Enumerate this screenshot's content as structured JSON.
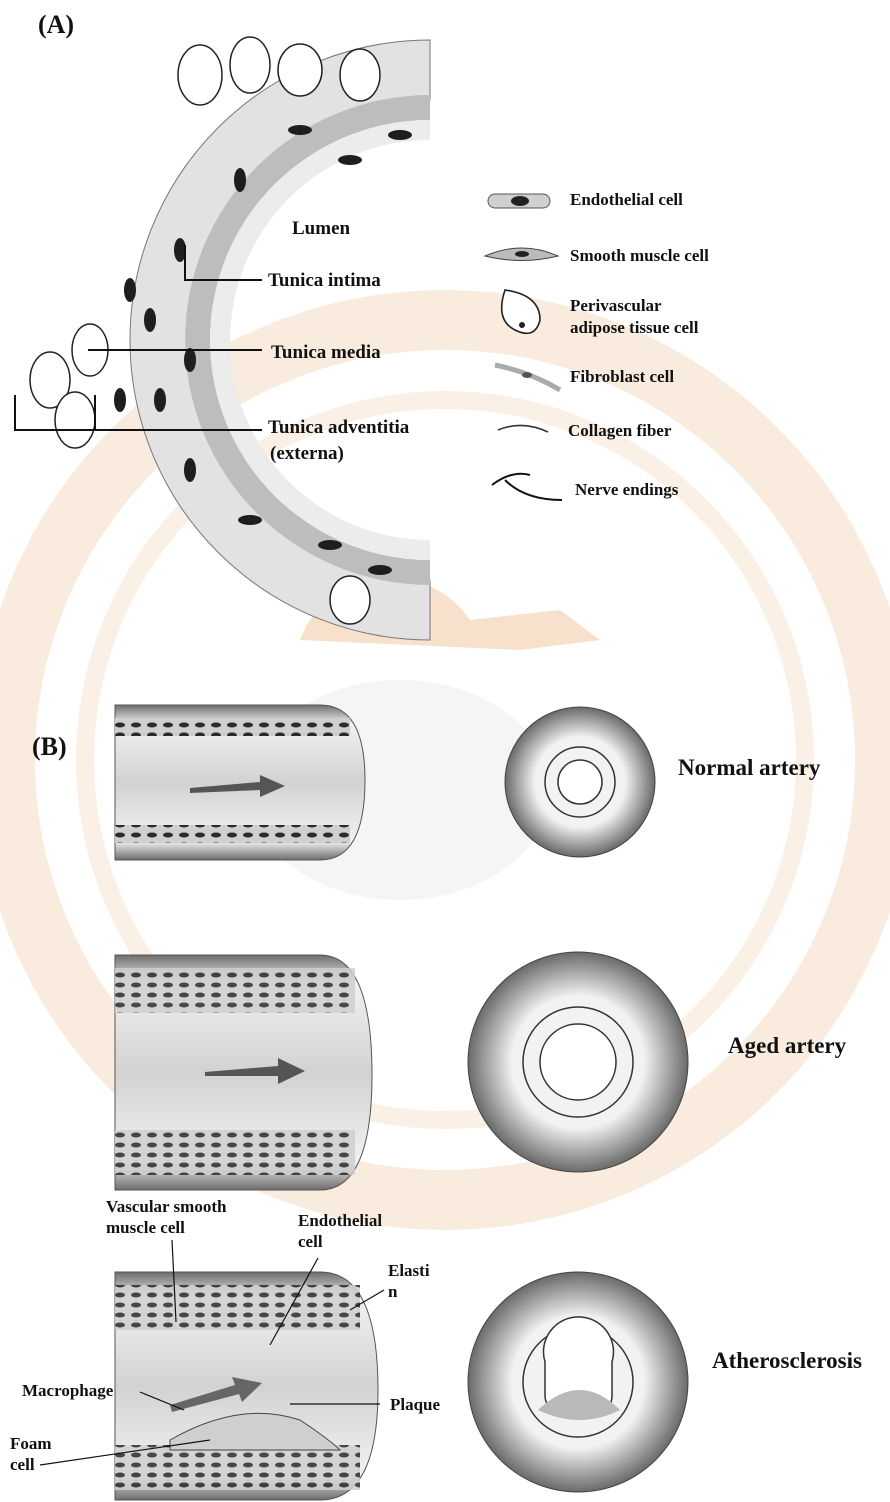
{
  "panel_a": {
    "label": "(A)",
    "lumen": "Lumen",
    "layers": [
      "Tunica intima",
      "Tunica media",
      "Tunica adventitia",
      "(externa)"
    ]
  },
  "legend": {
    "items": [
      {
        "label": "Endothelial cell",
        "icon": "endothelial-cell-icon"
      },
      {
        "label": "Smooth muscle cell",
        "icon": "smooth-muscle-cell-icon"
      },
      {
        "label": "Perivascular",
        "icon": "adipose-cell-icon"
      },
      {
        "label": "adipose tissue cell"
      },
      {
        "label": "Fibroblast cell",
        "icon": "fibroblast-cell-icon"
      },
      {
        "label": "Collagen fiber",
        "icon": "collagen-fiber-icon"
      },
      {
        "label": "Nerve endings",
        "icon": "nerve-endings-icon"
      }
    ]
  },
  "panel_b": {
    "label": "(B)",
    "normal": "Normal artery",
    "aged": "Aged artery",
    "athero": "Atherosclerosis",
    "annotations": {
      "vsmc_1": "Vascular smooth",
      "vsmc_2": "muscle cell",
      "endo_1": "Endothelial",
      "endo_2": "cell",
      "elastin_1": "Elasti",
      "elastin_2": "n",
      "macrophage": "Macrophage",
      "plaque": "Plaque",
      "foam_1": "Foam",
      "foam_2": "cell"
    }
  },
  "colors": {
    "watermark": "#f2d2b0",
    "wall": "#8a8a8a",
    "cell_fill": "#cfcfcf",
    "nucleus": "#222222"
  }
}
